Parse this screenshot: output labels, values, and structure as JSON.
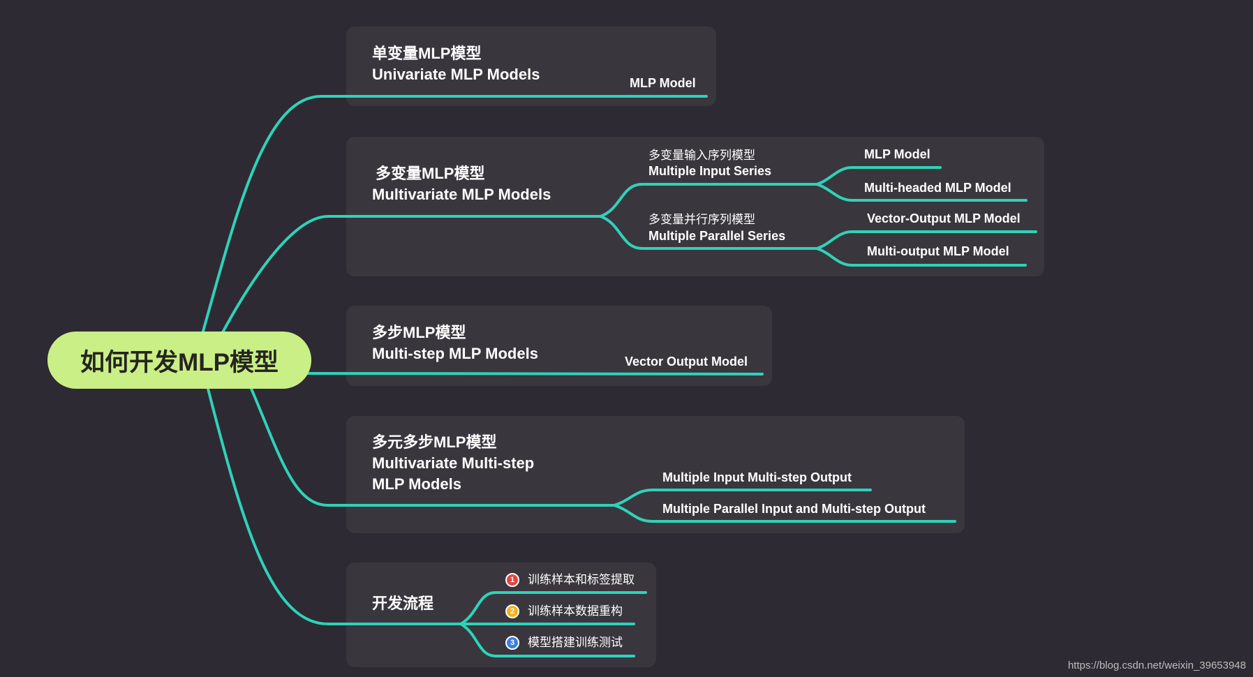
{
  "root": "如何开发MLP模型",
  "line_color": "#2fd2b9",
  "branch1": {
    "title_zh": "单变量MLP模型",
    "title_en": "Univariate MLP Models",
    "leaf": "MLP Model"
  },
  "branch2": {
    "title_zh": "多变量MLP模型",
    "title_en": "Multivariate MLP Models",
    "sub1": {
      "zh": "多变量输入序列模型",
      "en": "Multiple Input Series",
      "leaves": [
        "MLP Model",
        "Multi-headed MLP Model"
      ]
    },
    "sub2": {
      "zh": "多变量并行序列模型",
      "en": "Multiple Parallel Series",
      "leaves": [
        "Vector-Output MLP Model",
        "Multi-output MLP Model"
      ]
    }
  },
  "branch3": {
    "title_zh": "多步MLP模型",
    "title_en": "Multi-step MLP Models",
    "leaf": "Vector Output Model"
  },
  "branch4": {
    "title_zh": "多元多步MLP模型",
    "title_en_1": "Multivariate Multi-step",
    "title_en_2": "MLP Models",
    "leaves": [
      "Multiple Input Multi-step Output",
      "Multiple Parallel Input and Multi-step Output"
    ]
  },
  "branch5": {
    "title": "开发流程",
    "steps": [
      {
        "num": "1",
        "color": "#e0463f",
        "label": "训练样本和标签提取"
      },
      {
        "num": "2",
        "color": "#f0b323",
        "label": "训练样本数据重构"
      },
      {
        "num": "3",
        "color": "#3d7de0",
        "label": "模型搭建训练测试"
      }
    ]
  },
  "watermark": "https://blog.csdn.net/weixin_39653948"
}
